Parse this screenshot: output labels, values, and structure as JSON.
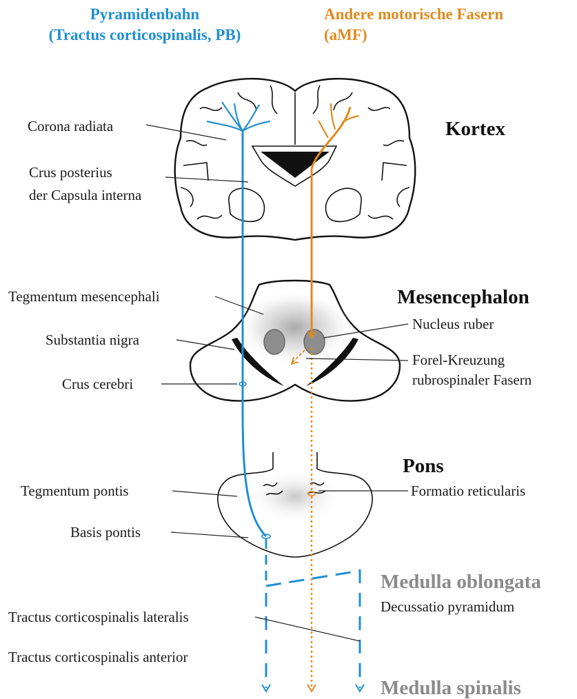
{
  "colors": {
    "pyramidal": "#1f8fd0",
    "other_motor": "#e08a1e",
    "gray_heading": "#8a8a8a",
    "outline": "#111111"
  },
  "header": {
    "pb_line1": "Pyramidenbahn",
    "pb_line2": "(Tractus corticospinalis, PB)",
    "amf_line1": "Andere motorische Fasern",
    "amf_line2": "(aMF)"
  },
  "regions": {
    "kortex": "Kortex",
    "mesencephalon": "Mesencephalon",
    "pons": "Pons",
    "medulla_oblongata": "Medulla oblongata",
    "medulla_spinalis": "Medulla spinalis"
  },
  "labels": {
    "corona_radiata": "Corona radiata",
    "crus_posterius_1": "Crus posterius",
    "crus_posterius_2": "der Capsula interna",
    "tegmentum_mesencephali": "Tegmentum mesencephali",
    "substantia_nigra": "Substantia nigra",
    "crus_cerebri": "Crus cerebri",
    "nucleus_ruber": "Nucleus ruber",
    "forel_1": "Forel-Kreuzung",
    "forel_2": "rubrospinaler Fasern",
    "tegmentum_pontis": "Tegmentum pontis",
    "basis_pontis": "Basis pontis",
    "formatio_reticularis": "Formatio reticularis",
    "decussatio_pyramidum": "Decussatio pyramidum",
    "tract_lateralis": "Tractus corticospinalis lateralis",
    "tract_anterior": "Tractus corticospinalis anterior"
  }
}
